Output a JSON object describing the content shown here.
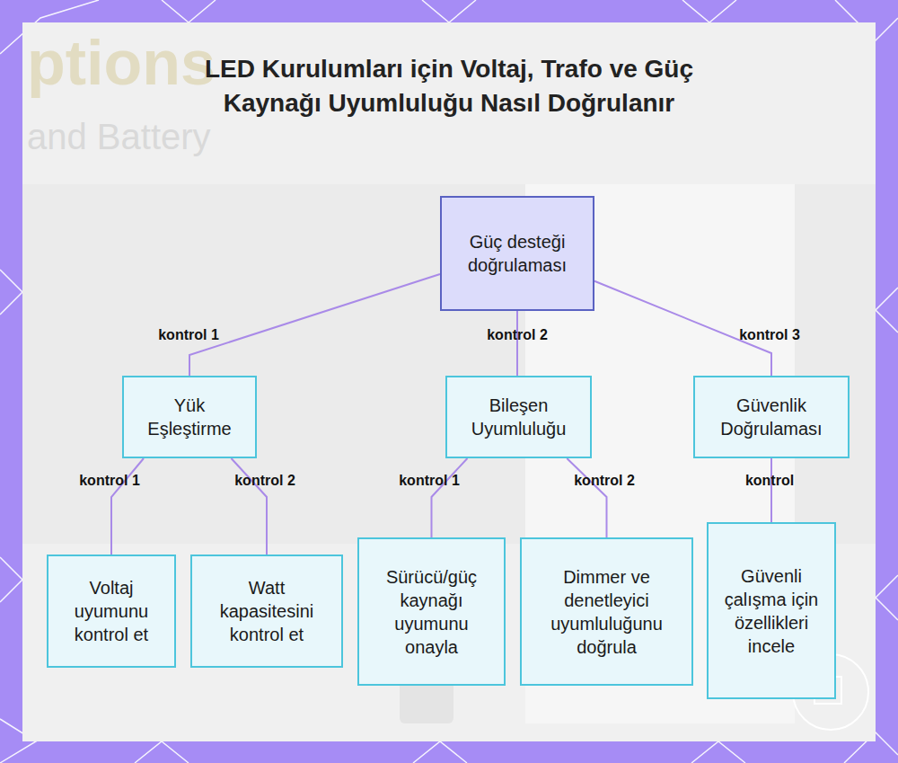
{
  "diagram": {
    "title": "LED Kurulumları için Voltaj, Trafo ve Güç Kaynağı Uyumluluğu Nasıl Doğrulanır",
    "nodes": [
      {
        "text": [
          "Güç desteği doğrulaması"
        ]
      },
      {
        "text": [
          "Yük Eşleştirme"
        ]
      },
      {
        "text": [
          "Bileşen Uyumluluğu"
        ]
      },
      {
        "text": [
          "Güvenlik Doğrulaması"
        ]
      },
      {
        "text": [
          "Voltaj uyumunu kontrol et"
        ]
      },
      {
        "text": [
          "Watt kapasitesini kontrol et"
        ]
      },
      {
        "text": [
          "Sürücü/güç kaynağı uyumunu onayla"
        ]
      },
      {
        "text": [
          "Dimmer ve denetleyici uyumluluğunu doğrula"
        ]
      },
      {
        "text": [
          "Güvenli çalışma için özellikleri incele"
        ]
      }
    ],
    "edges": [
      {
        "from": 0,
        "to": 1,
        "label": "kontrol 1",
        "arrow": "none"
      },
      {
        "from": 0,
        "to": 2,
        "label": "kontrol 2",
        "arrow": "none"
      },
      {
        "from": 0,
        "to": 3,
        "label": "kontrol 3",
        "arrow": "none"
      },
      {
        "from": 1,
        "to": 4,
        "label": "kontrol 1",
        "arrow": "none"
      },
      {
        "from": 1,
        "to": 5,
        "label": "kontrol 2",
        "arrow": "none"
      },
      {
        "from": 2,
        "to": 6,
        "label": "kontrol 1",
        "arrow": "none"
      },
      {
        "from": 2,
        "to": 7,
        "label": "kontrol 2",
        "arrow": "none"
      },
      {
        "from": 3,
        "to": 8,
        "label": "kontrol",
        "arrow": "none"
      }
    ],
    "labels": [
      "ptions",
      "and Battery"
    ]
  }
}
